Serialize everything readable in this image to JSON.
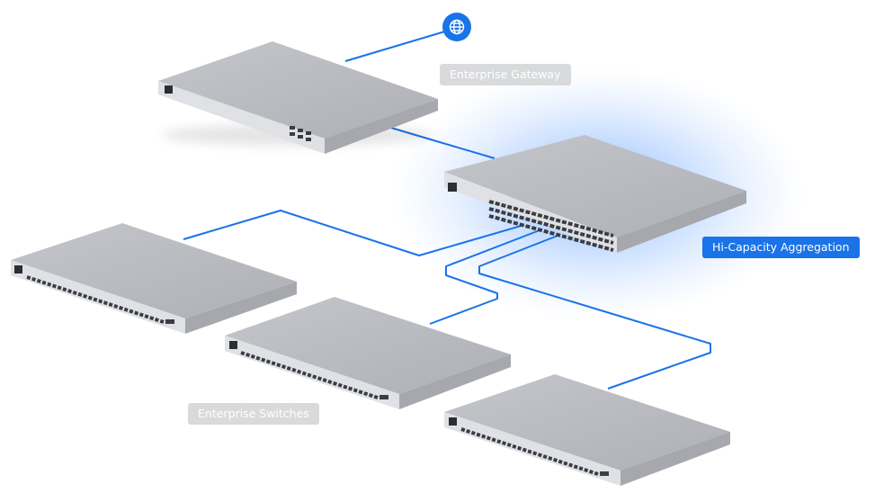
{
  "labels": {
    "gateway": "Enterprise Gateway",
    "aggregation": "Hi-Capacity Aggregation",
    "switches": "Enterprise Switches"
  },
  "icons": {
    "internet": "globe-icon"
  },
  "colors": {
    "link": "#1a73e8",
    "accent": "#1a73e8",
    "device_top": "#b9bbc0",
    "device_front": "#dfe1e5",
    "port": "#3a3d44",
    "muted_label": "#d9dadc"
  }
}
